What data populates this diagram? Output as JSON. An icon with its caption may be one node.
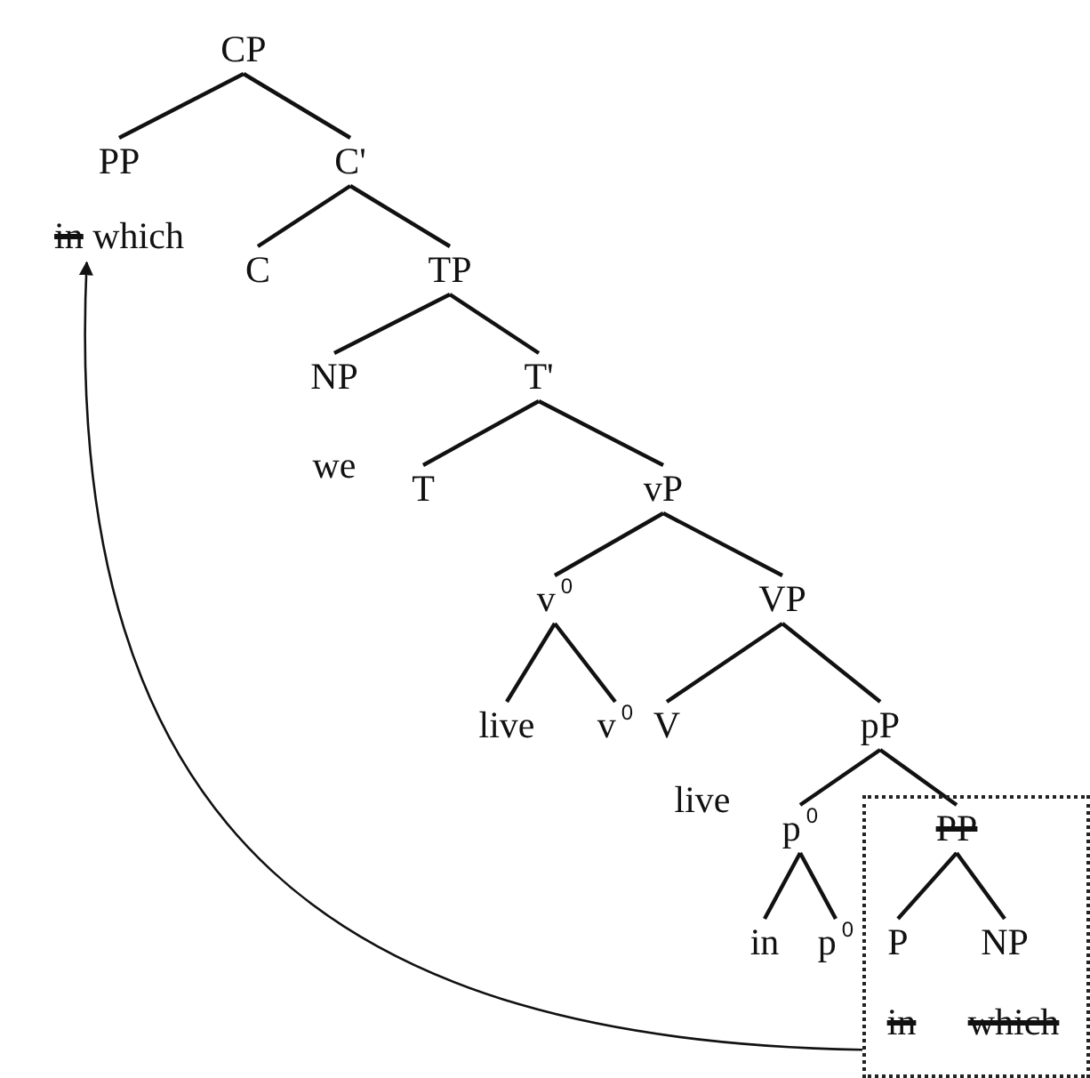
{
  "diagram": {
    "nodes": [
      {
        "text": [
          "CP"
        ]
      },
      {
        "text": [
          "PP"
        ]
      },
      {
        "text": [
          "C'"
        ]
      },
      {
        "text": [
          "in which"
        ]
      },
      {
        "text": [
          "C"
        ]
      },
      {
        "text": [
          "TP"
        ]
      },
      {
        "text": [
          "NP"
        ]
      },
      {
        "text": [
          "T'"
        ]
      },
      {
        "text": [
          "T"
        ]
      },
      {
        "text": [
          "vP"
        ]
      },
      {
        "text": [
          "v$^{0}$"
        ]
      },
      {
        "text": [
          "VP"
        ]
      },
      {
        "text": [
          "live"
        ]
      },
      {
        "text": [
          "v$^{0}$"
        ]
      },
      {
        "text": [
          "V"
        ]
      },
      {
        "text": [
          "pP"
        ]
      },
      {
        "text": [
          "p$^{0}$"
        ]
      },
      {
        "text": [],
        "shape": "box"
      },
      {
        "text": [
          "PP"
        ],
        "in": 17
      },
      {
        "text": [
          "in"
        ]
      },
      {
        "text": [
          "p$^{0}$"
        ]
      },
      {
        "text": [
          "P"
        ],
        "in": 17
      },
      {
        "text": [
          "NP"
        ],
        "in": 17
      }
    ],
    "edges": [
      {
        "from": 0,
        "to": 1,
        "arrow": "none"
      },
      {
        "from": 0,
        "to": 2,
        "arrow": "none"
      },
      {
        "from": 2,
        "to": 4,
        "arrow": "none"
      },
      {
        "from": 2,
        "to": 5,
        "arrow": "none"
      },
      {
        "from": 5,
        "to": 6,
        "arrow": "none"
      },
      {
        "from": 5,
        "to": 7,
        "arrow": "none"
      },
      {
        "from": 7,
        "to": 8,
        "arrow": "none"
      },
      {
        "from": 7,
        "to": 9,
        "arrow": "none"
      },
      {
        "from": 9,
        "to": 10,
        "arrow": "none"
      },
      {
        "from": 9,
        "to": 11,
        "arrow": "none"
      },
      {
        "from": 10,
        "to": 12,
        "arrow": "none"
      },
      {
        "from": 10,
        "to": 13,
        "arrow": "none"
      },
      {
        "from": 11,
        "to": 14,
        "arrow": "none"
      },
      {
        "from": 11,
        "to": 15,
        "arrow": "none"
      },
      {
        "from": 15,
        "to": 16,
        "arrow": "none"
      },
      {
        "from": 15,
        "to": 18,
        "arrow": "none"
      },
      {
        "from": 16,
        "to": 19,
        "arrow": "none"
      },
      {
        "from": 16,
        "to": 20,
        "arrow": "none"
      },
      {
        "from": 18,
        "to": 21,
        "arrow": "none"
      },
      {
        "from": 18,
        "to": 22,
        "arrow": "none"
      },
      {
        "from": 17,
        "to": 3,
        "arrow": "to"
      }
    ],
    "labels": [
      "we",
      "live",
      "in",
      "which"
    ]
  }
}
